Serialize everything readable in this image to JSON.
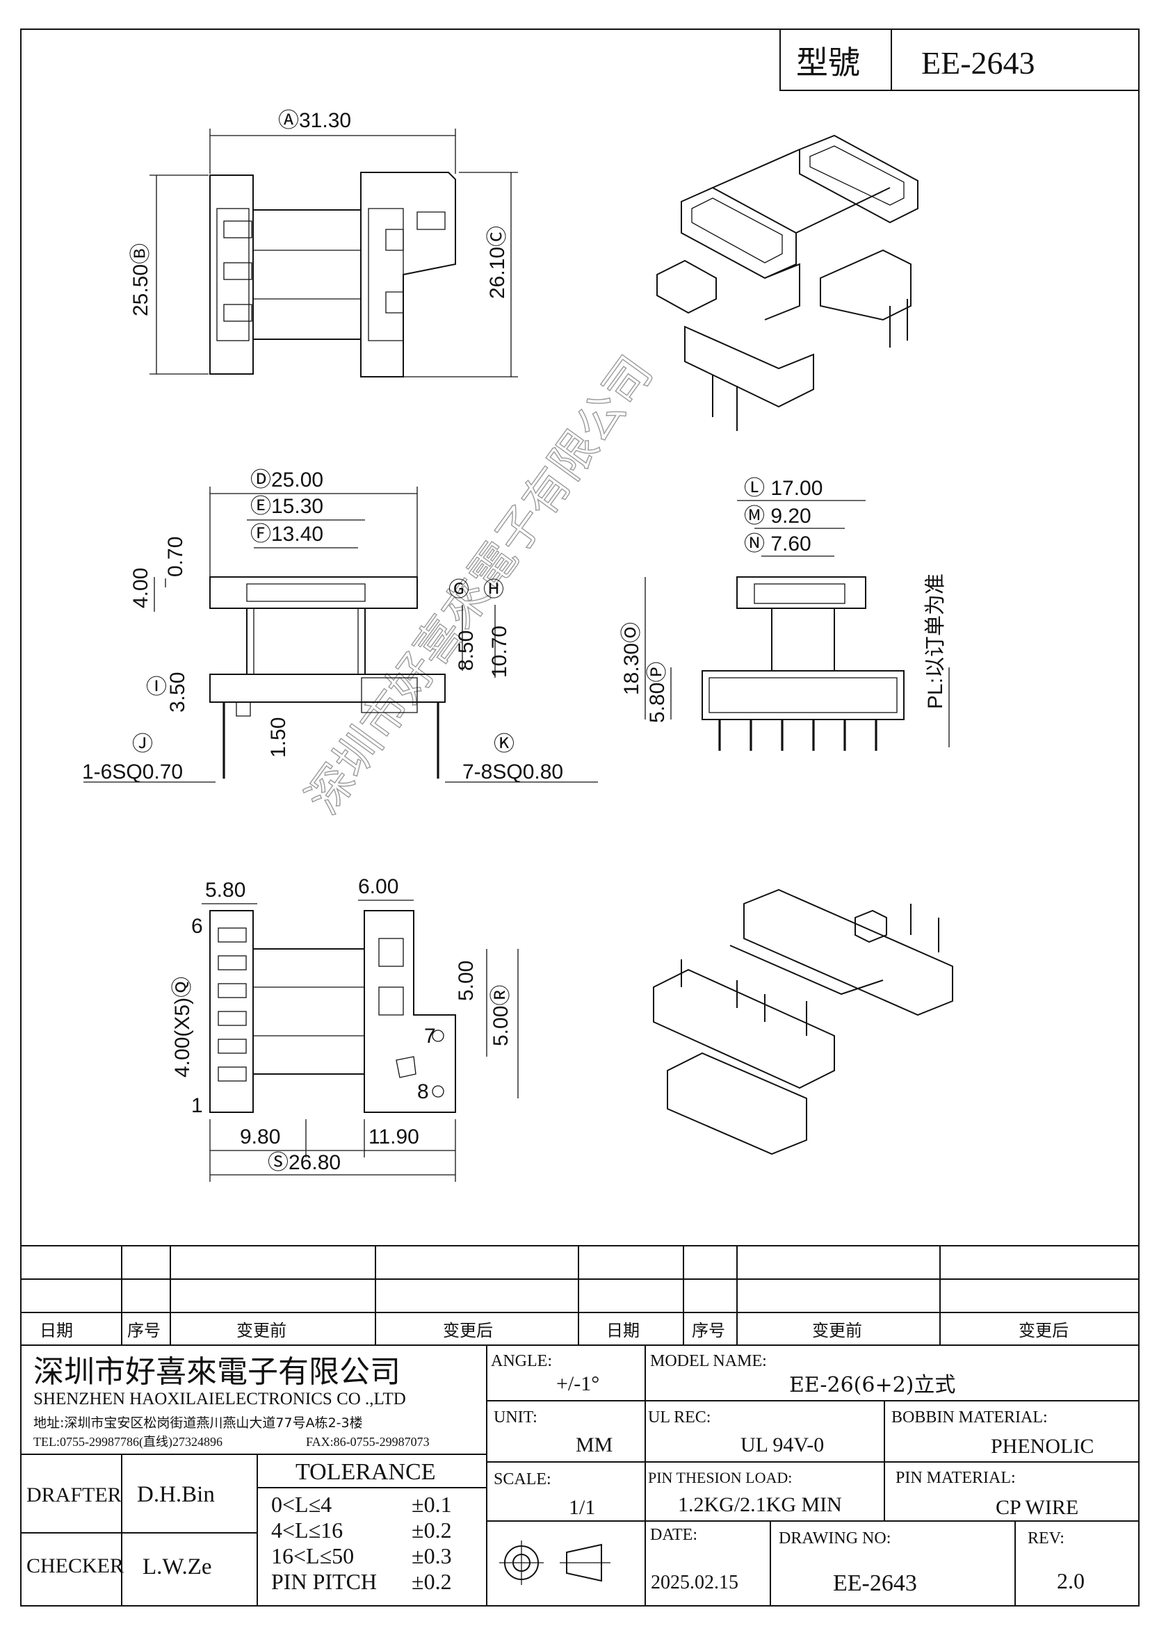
{
  "title_block": {
    "model_label": "型號",
    "model_value": "EE-2643"
  },
  "dimensions": {
    "top_view": {
      "a": "Ⓐ31.30",
      "b": "25.50Ⓑ",
      "c": "26.10Ⓒ"
    },
    "front_view": {
      "d": "Ⓓ25.00",
      "e": "Ⓔ15.30",
      "f": "Ⓕ13.40",
      "g": "Ⓖ",
      "h": "Ⓗ",
      "i": "Ⓘ",
      "v070": "0.70",
      "v400": "4.00",
      "v850": "8.50",
      "v1070": "10.70",
      "v350": "3.50",
      "v150": "1.50",
      "j_circ": "Ⓙ",
      "j": "1-6SQ0.70",
      "k_circ": "Ⓚ",
      "k": "7-8SQ0.80"
    },
    "side_view": {
      "l": "Ⓛ 17.00",
      "m": "Ⓜ 9.20",
      "n": "Ⓝ 7.60",
      "o": "18.30Ⓞ",
      "p": "5.80Ⓟ",
      "pl_note": "PL:以订单为准"
    },
    "bottom_view": {
      "v580": "5.80",
      "v600": "6.00",
      "q": "4.00(X5)Ⓠ",
      "r": "5.00Ⓡ",
      "v500": "5.00",
      "v980": "9.80",
      "v1190": "11.90",
      "s": "Ⓢ26.80",
      "pin1": "1",
      "pin6": "6",
      "pin7": "7",
      "pin8": "8"
    }
  },
  "watermark": "深圳市好喜來電子有限公司",
  "revision_table": {
    "headers": [
      "日期",
      "序号",
      "变更前",
      "变更后",
      "日期",
      "序号",
      "变更前",
      "变更后"
    ]
  },
  "company": {
    "name_cn": "深圳市好喜來電子有限公司",
    "name_en": "SHENZHEN HAOXILAIELECTRONICS CO .,LTD",
    "address": "地址:深圳市宝安区松岗街道燕川燕山大道77号A栋2-3楼",
    "tel": "TEL:0755-29987786(直线)27324896",
    "fax": "FAX:86-0755-29987073"
  },
  "fields": {
    "angle_label": "ANGLE:",
    "angle_value": "+/-1°",
    "model_name_label": "MODEL NAME:",
    "model_name_value": "EE-26(6+2)立式",
    "unit_label": "UNIT:",
    "unit_value": "MM",
    "ul_rec_label": "UL REC:",
    "ul_rec_value": "UL  94V-0",
    "bobbin_material_label": "BOBBIN MATERIAL:",
    "bobbin_material_value": "PHENOLIC",
    "scale_label": "SCALE:",
    "scale_value": "1/1",
    "pin_load_label": "PIN THESION LOAD:",
    "pin_load_value": "1.2KG/2.1KG MIN",
    "pin_material_label": "PIN MATERIAL:",
    "pin_material_value": "CP  WIRE",
    "date_label": "DATE:",
    "date_value": "2025.02.15",
    "drawing_no_label": "DRAWING NO:",
    "drawing_no_value": "EE-2643",
    "rev_label": "REV:",
    "rev_value": "2.0"
  },
  "signatures": {
    "drafter_label": "DRAFTER",
    "drafter_value": "D.H.Bin",
    "checker_label": "CHECKER",
    "checker_value": "L.W.Ze"
  },
  "tolerance": {
    "title": "TOLERANCE",
    "rows": [
      {
        "range": "0<L≤4",
        "value": "±0.1"
      },
      {
        "range": "4<L≤16",
        "value": "±0.2"
      },
      {
        "range": "16<L≤50",
        "value": "±0.3"
      },
      {
        "range": "PIN PITCH",
        "value": "±0.2"
      }
    ]
  }
}
